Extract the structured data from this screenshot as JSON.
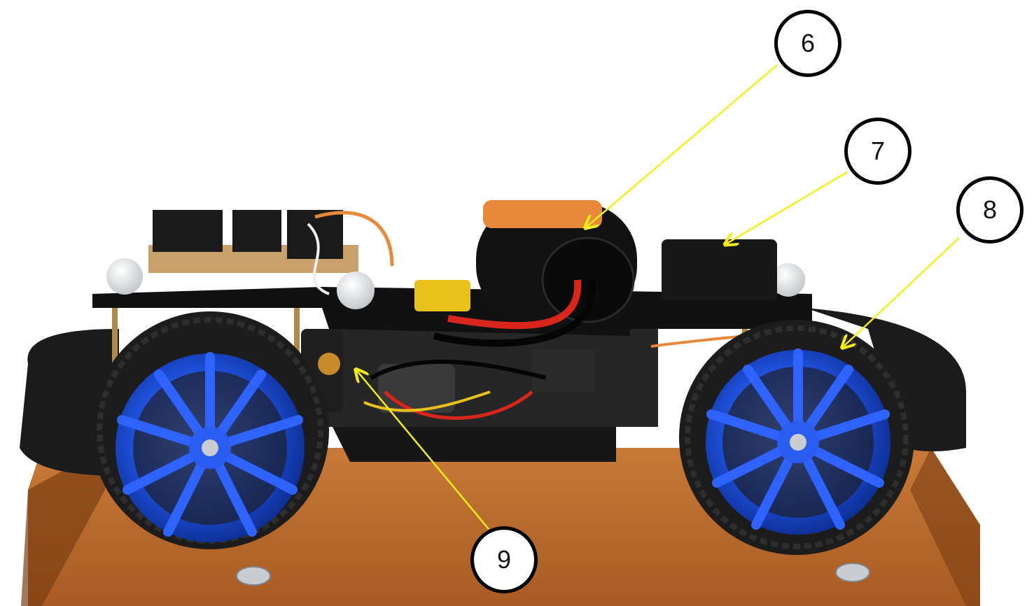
{
  "callouts": [
    {
      "label": "6"
    },
    {
      "label": "7"
    },
    {
      "label": "8"
    },
    {
      "label": "9"
    }
  ],
  "colors": {
    "arrow": "#f5ee1a",
    "wheel_rim": "#1e4fd8",
    "tire": "#1c1c1c",
    "chassis": "#141414",
    "table": "#b86a2c",
    "battery_wrap": "#e8893a",
    "wire_red": "#d8261c"
  }
}
